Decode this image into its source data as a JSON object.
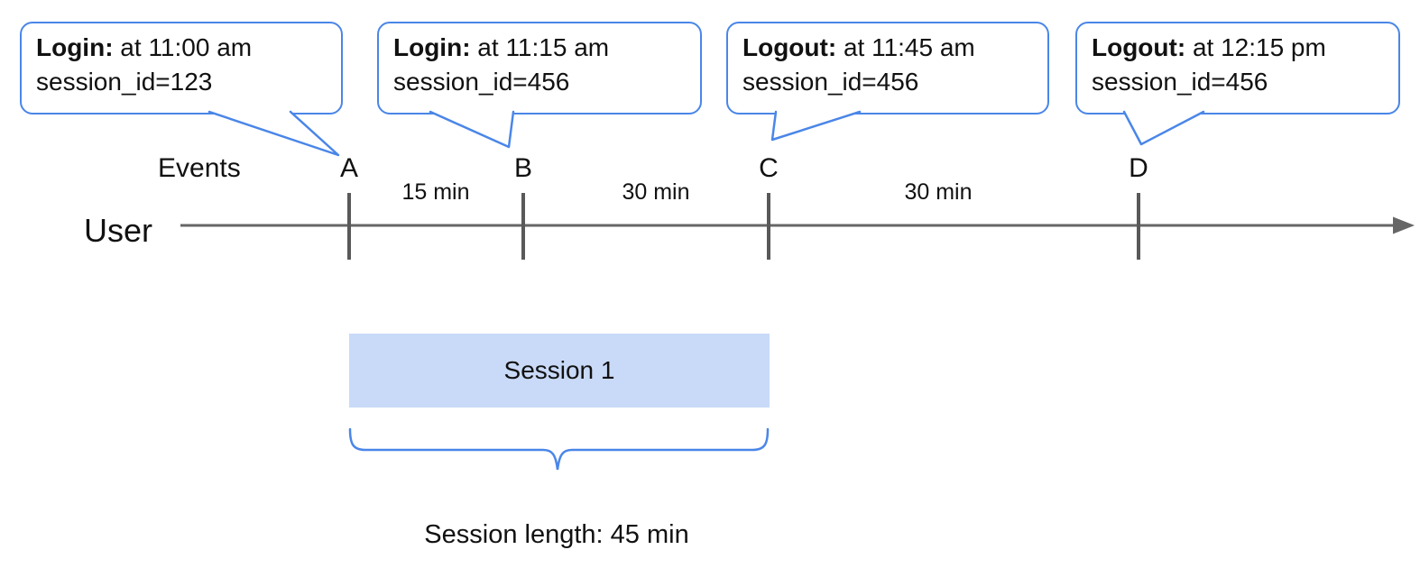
{
  "diagram": {
    "events_label": "Events",
    "row_label": "User",
    "callouts": [
      {
        "title": "Login:",
        "time": " at 11:00 am",
        "detail": "session_id=123"
      },
      {
        "title": "Login:",
        "time": " at 11:15 am",
        "detail": "session_id=456"
      },
      {
        "title": "Logout:",
        "time": " at 11:45 am",
        "detail": "session_id=456"
      },
      {
        "title": "Logout:",
        "time": " at 12:15 pm",
        "detail": "session_id=456"
      }
    ],
    "markers": [
      "A",
      "B",
      "C",
      "D"
    ],
    "intervals": [
      "15 min",
      "30 min",
      "30 min"
    ],
    "session": {
      "label": "Session 1",
      "length_label": "Session length: 45 min"
    },
    "colors": {
      "accent_blue": "#4a86e8",
      "session_fill": "#c9daf8",
      "timeline_gray": "#666666",
      "tick_gray": "#595959"
    }
  }
}
